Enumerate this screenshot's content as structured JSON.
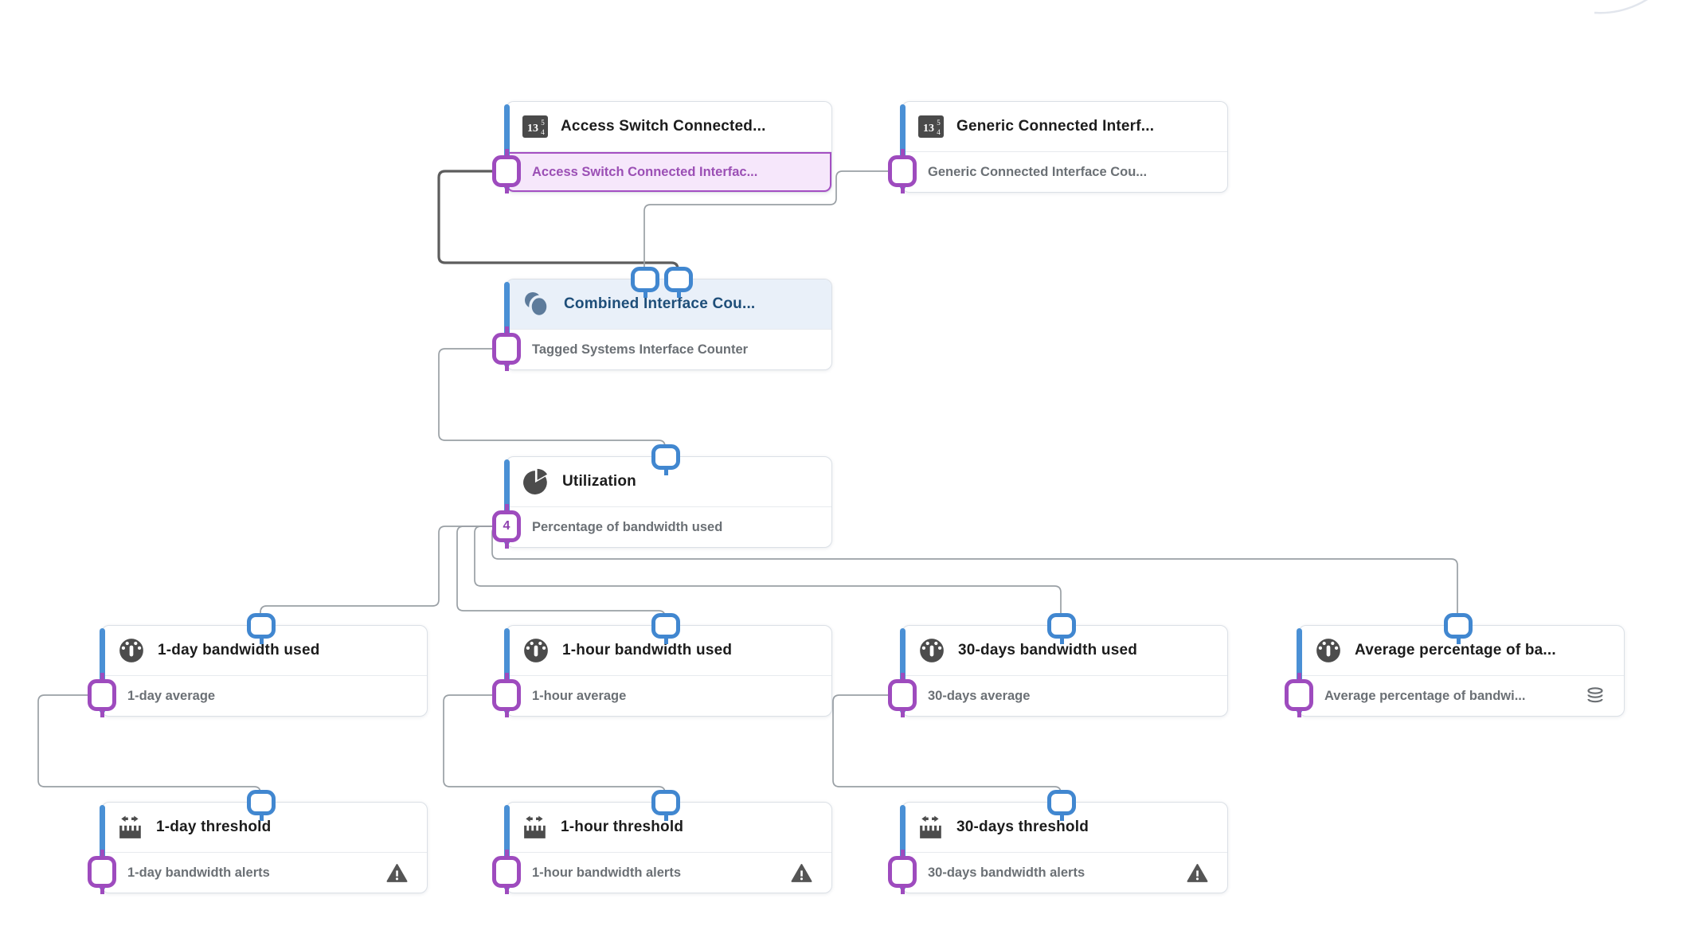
{
  "diagram": {
    "type": "metric-pipeline-graph",
    "connection_count_badge": "4"
  },
  "colors": {
    "accent_blue": "#4a90d5",
    "port_purple": "#9e4bbe",
    "port_blue": "#4187d0",
    "selected_row_bg": "#f6e7fb",
    "selected_row_border": "#a44fc2",
    "selected_row_text": "#9b4fb5",
    "combined_header_bg": "#e9f0f9",
    "combined_header_text": "#1e4e79",
    "connector_gray": "#9aa0a5",
    "connector_selected": "#5d5d5d",
    "icon_dark": "#4c4c4c",
    "icon_slate": "#5d7b9b"
  },
  "nodes": [
    {
      "id": "access-switch-connected",
      "title": "Access Switch Connected...",
      "metric": "Access Switch Connected Interfac...",
      "icon": "counter-icon",
      "metric_selected": true
    },
    {
      "id": "generic-connected",
      "title": "Generic Connected Interf...",
      "metric": "Generic Connected Interface Cou...",
      "icon": "counter-icon"
    },
    {
      "id": "combined-interface-counter",
      "title": "Combined Interface Cou...",
      "metric": "Tagged Systems Interface Counter",
      "icon": "overlapping-circles-icon",
      "header_highlighted": true
    },
    {
      "id": "utilization",
      "title": "Utilization",
      "metric": "Percentage of bandwidth used",
      "icon": "pie-chart-icon",
      "port_badge": "4"
    },
    {
      "id": "1-day-bandwidth-used",
      "title": "1-day bandwidth used",
      "metric": "1-day average",
      "icon": "gauge-icon"
    },
    {
      "id": "1-hour-bandwidth-used",
      "title": "1-hour bandwidth used",
      "metric": "1-hour average",
      "icon": "gauge-icon"
    },
    {
      "id": "30-days-bandwidth-used",
      "title": "30-days bandwidth used",
      "metric": "30-days average",
      "icon": "gauge-icon"
    },
    {
      "id": "average-percentage",
      "title": "Average percentage of ba...",
      "metric": "Average percentage of bandwi...",
      "icon": "gauge-icon",
      "trailing_icon": "database-icon"
    },
    {
      "id": "1-day-threshold",
      "title": "1-day threshold",
      "metric": "1-day bandwidth alerts",
      "icon": "threshold-ruler-icon",
      "trailing_icon": "warning-icon"
    },
    {
      "id": "1-hour-threshold",
      "title": "1-hour threshold",
      "metric": "1-hour bandwidth alerts",
      "icon": "threshold-ruler-icon",
      "trailing_icon": "warning-icon"
    },
    {
      "id": "30-days-threshold",
      "title": "30-days threshold",
      "metric": "30-days bandwidth alerts",
      "icon": "threshold-ruler-icon",
      "trailing_icon": "warning-icon"
    }
  ]
}
